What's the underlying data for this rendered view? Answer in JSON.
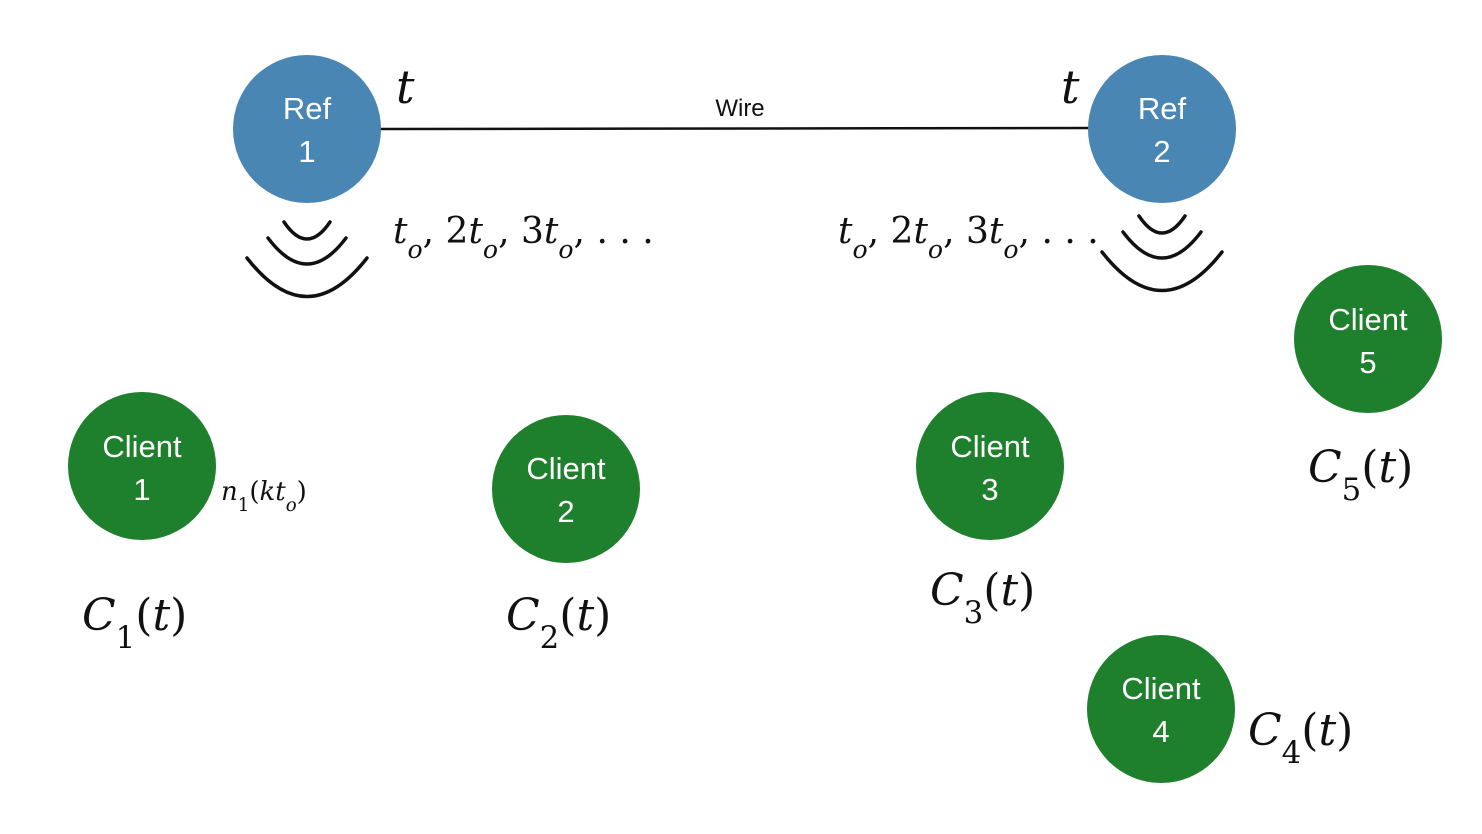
{
  "colors": {
    "reference_node": "#4a86b3",
    "client_node": "#1e7f2c",
    "line": "#111111",
    "background": "#ffffff"
  },
  "references": [
    {
      "line1": "Ref",
      "line2": "1",
      "time_label": "t",
      "broadcast_times": "t_o, 2t_o, 3t_o, . . ."
    },
    {
      "line1": "Ref",
      "line2": "2",
      "time_label": "t",
      "broadcast_times": "t_o, 2t_o, 3t_o, . . ."
    }
  ],
  "wire": {
    "label": "Wire"
  },
  "clients": [
    {
      "line1": "Client",
      "line2": "1",
      "clock": "C_1(t)"
    },
    {
      "line1": "Client",
      "line2": "2",
      "clock": "C_2(t)"
    },
    {
      "line1": "Client",
      "line2": "3",
      "clock": "C_3(t)"
    },
    {
      "line1": "Client",
      "line2": "4",
      "clock": "C_4(t)"
    },
    {
      "line1": "Client",
      "line2": "5",
      "clock": "C_5(t)"
    }
  ],
  "annotations": {
    "client1_noise": "n_1(kt_o)"
  },
  "icons": {
    "broadcast": "broadcast-waves-icon"
  }
}
